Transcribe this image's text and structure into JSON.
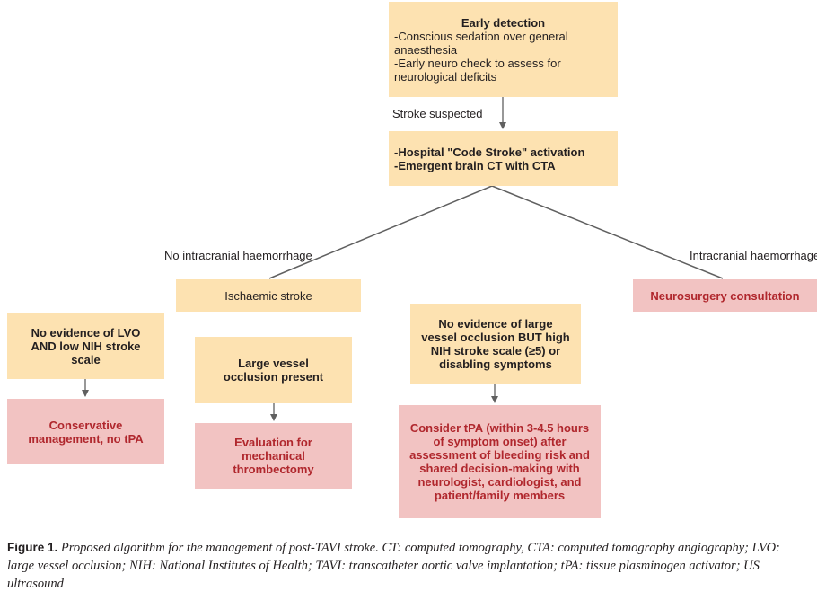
{
  "nodes": {
    "early_detection": {
      "title": "Early detection",
      "lines": [
        "-Conscious sedation over general anaesthesia",
        "-Early neuro check to assess for neurological deficits"
      ]
    },
    "code_stroke": {
      "lines": [
        "-Hospital \"Code Stroke\" activation",
        "-Emergent brain CT with CTA"
      ]
    },
    "ischaemic_stroke": "Ischaemic stroke",
    "neurosurgery": "Neurosurgery consultation",
    "no_lvo_low_nih": "No evidence of LVO AND low NIH stroke scale",
    "lvo_present": "Large vessel occlusion present",
    "no_lvo_high_nih": "No evidence of large vessel occlusion BUT high NIH stroke scale (≥5) or disabling symptoms",
    "conservative": "Conservative management, no tPA",
    "thrombectomy": "Evaluation for mechanical thrombectomy",
    "consider_tpa": "Consider tPA (within 3-4.5 hours of symptom onset) after assessment of bleeding risk and shared decision-making with neurologist, cardiologist, and patient/family members"
  },
  "edge_labels": {
    "stroke_suspected": "Stroke suspected",
    "no_haemorrhage": "No intracranial haemorrhage",
    "haemorrhage": "Intracranial haemorrhage"
  },
  "caption": {
    "label": "Figure 1.",
    "text": "Proposed algorithm for the management of post-TAVI stroke. CT: computed tomography, CTA: computed tomography angiography; LVO: large vessel occlusion; NIH: National Institutes of Health; TAVI: transcatheter aortic valve implantation; tPA: tissue plasminogen activator; US ultrasound"
  },
  "colors": {
    "decision_fill": "#fde2b1",
    "outcome_fill": "#f2c3c2",
    "outcome_text": "#b0272d",
    "connector": "#606060"
  }
}
